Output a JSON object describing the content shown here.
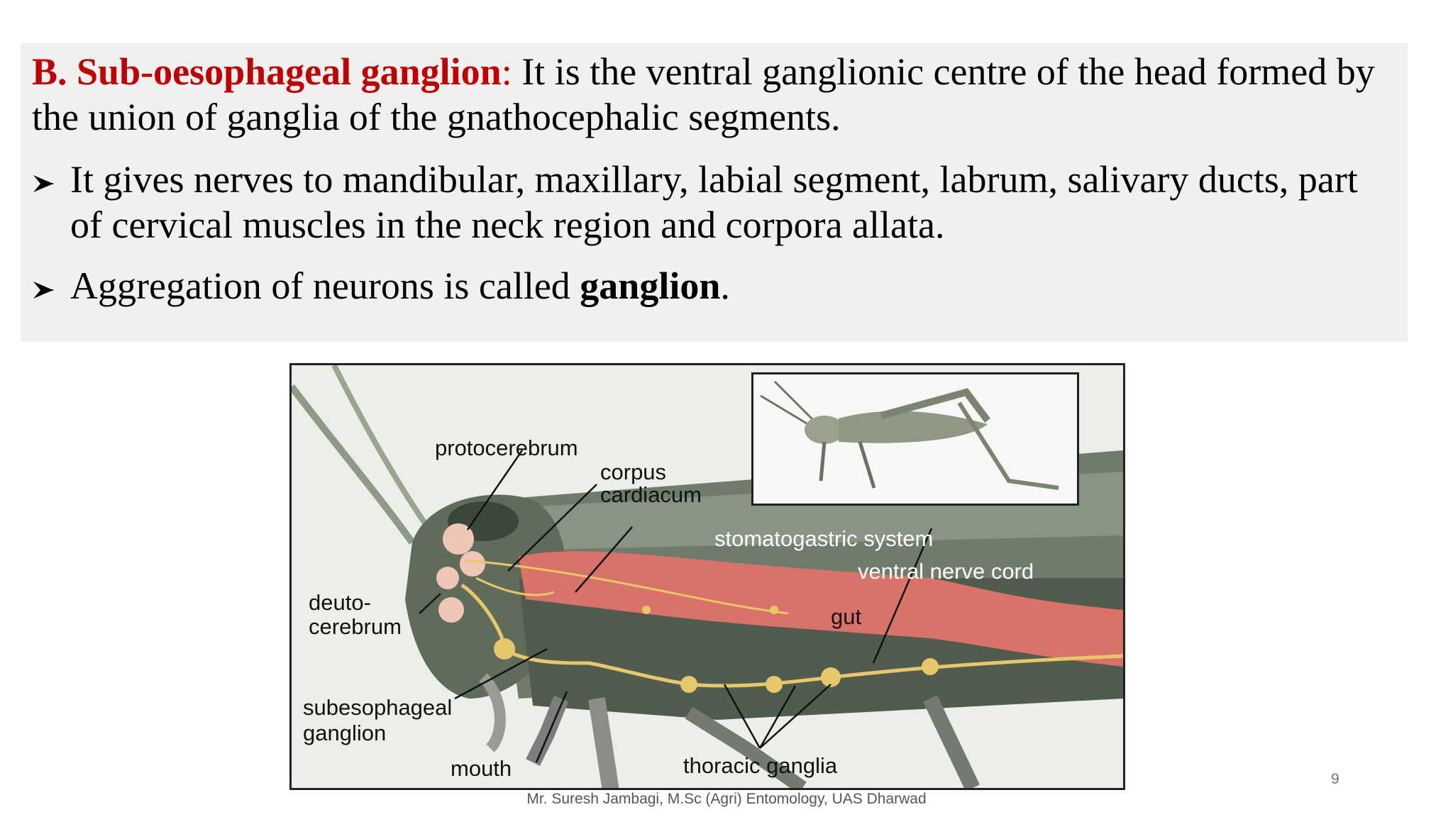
{
  "slide": {
    "heading": "B. Sub-oesophageal ganglion",
    "colon": ":",
    "intro": " It is the ventral ganglionic centre of the head formed by the union of ganglia of the gnathocephalic segments.",
    "bullets": [
      {
        "text": "It gives nerves to mandibular, maxillary, labial segment, labrum, salivary ducts, part of cervical muscles in the neck region and corpora allata."
      },
      {
        "pre": "Aggregation of neurons is called ",
        "bold": "ganglion",
        "post": "."
      }
    ],
    "footer": "Mr. Suresh Jambagi, M.Sc (Agri) Entomology, UAS Dharwad",
    "page_number": "9"
  },
  "figure": {
    "labels": {
      "protocerebrum": "protocerebrum",
      "corpus": "corpus",
      "cardiacum": "cardiacum",
      "stomatogastric": "stomatogastric system",
      "ventral_nerve_cord": "ventral nerve cord",
      "gut": "gut",
      "deuto": "deuto-",
      "cerebrum": "cerebrum",
      "subesophageal": "subesophageal",
      "ganglion": "ganglion",
      "mouth": "mouth",
      "thoracic_ganglia": "thoracic ganglia"
    },
    "colors": {
      "gut": "#d9736a",
      "nerve": "#e8c66a",
      "body": "#5c6a5a",
      "brain": "#efc6b6"
    }
  }
}
